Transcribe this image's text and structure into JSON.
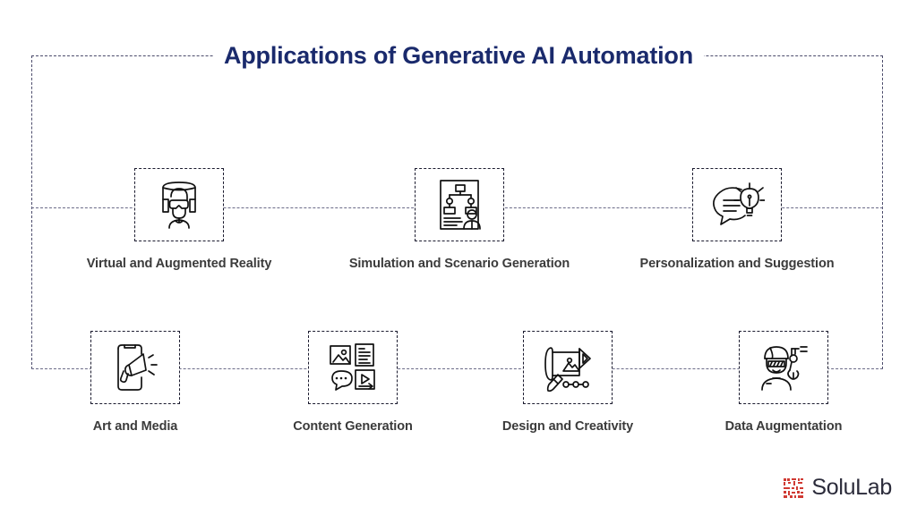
{
  "title": "Applications of Generative AI Automation",
  "theme": {
    "title_color": "#1a2a6c",
    "label_color": "#3b3b3b",
    "frame_color": "#4b4b6b",
    "icon_stroke": "#111111",
    "logo_mark_color": "#d03a33",
    "logo_text_color": "#2b2b3a",
    "background": "#ffffff"
  },
  "rows": {
    "top": [
      {
        "label": "Virtual and Augmented Reality",
        "icon": "vr-headset-person-icon"
      },
      {
        "label": "Simulation and Scenario Generation",
        "icon": "flowchart-document-person-icon"
      },
      {
        "label": "Personalization and Suggestion",
        "icon": "speech-bubble-lightbulb-icon"
      }
    ],
    "bottom": [
      {
        "label": "Art and Media",
        "icon": "phone-megaphone-icon"
      },
      {
        "label": "Content Generation",
        "icon": "media-grid-icon"
      },
      {
        "label": "Design and Creativity",
        "icon": "blueprint-pencil-icon"
      },
      {
        "label": "Data Augmentation",
        "icon": "engineer-robotic-arm-icon"
      }
    ]
  },
  "logo": {
    "text": "SoluLab",
    "mark": "solulab-qr-mark-icon"
  }
}
